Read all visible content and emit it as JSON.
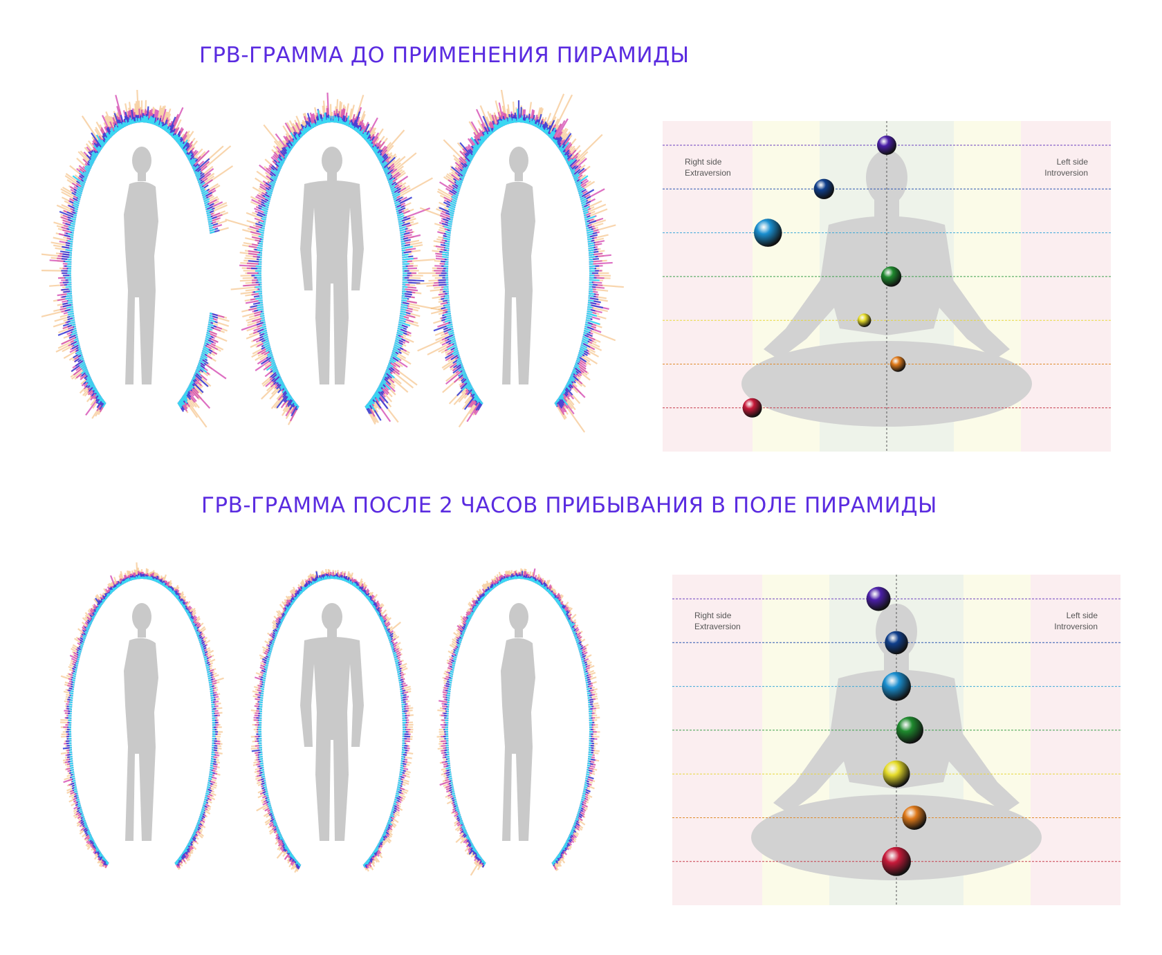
{
  "titles": {
    "before": "ГРВ-ГРАММА ДО ПРИМЕНЕНИЯ ПИРАМИДЫ",
    "after": "ГРВ-ГРАММА ПОСЛЕ 2 ЧАСОВ ПРИБЫВАНИЯ В ПОЛЕ ПИРАМИДЫ"
  },
  "chart_labels": {
    "right_side": "Right side",
    "extraversion": "Extraversion",
    "left_side": "Left side",
    "introversion": "Introversion"
  },
  "colors": {
    "title": "#5a2be0",
    "aura_core": "#3ad7f2",
    "aura_mid": "#3b3fd6",
    "aura_outer": "#d23fae",
    "aura_edge": "#f2b26a",
    "silhouette": "#c9c9c9"
  },
  "chart_data": [
    {
      "type": "scatter",
      "levels": [
        1,
        2,
        3,
        4,
        5,
        6,
        7
      ],
      "points": [
        {
          "level": 7,
          "offset": 0.0,
          "size": 1.0,
          "color": "#4b1fa8"
        },
        {
          "level": 6,
          "offset": -0.28,
          "size": 1.05,
          "color": "#103f8c"
        },
        {
          "level": 5,
          "offset": -0.53,
          "size": 1.45,
          "color": "#1a8fd0"
        },
        {
          "level": 4,
          "offset": 0.02,
          "size": 1.05,
          "color": "#1f8a2e"
        },
        {
          "level": 3,
          "offset": -0.1,
          "size": 0.7,
          "color": "#e6dc2a"
        },
        {
          "level": 2,
          "offset": 0.05,
          "size": 0.8,
          "color": "#e07a1a"
        },
        {
          "level": 1,
          "offset": -0.6,
          "size": 1.0,
          "color": "#c81a3a"
        }
      ]
    },
    {
      "type": "scatter",
      "levels": [
        1,
        2,
        3,
        4,
        5,
        6,
        7
      ],
      "points": [
        {
          "level": 7,
          "offset": -0.08,
          "size": 1.25,
          "color": "#4b1fa8"
        },
        {
          "level": 6,
          "offset": 0.0,
          "size": 1.2,
          "color": "#103f8c"
        },
        {
          "level": 5,
          "offset": 0.0,
          "size": 1.5,
          "color": "#1a8fd0"
        },
        {
          "level": 4,
          "offset": 0.06,
          "size": 1.4,
          "color": "#1f8a2e"
        },
        {
          "level": 3,
          "offset": 0.0,
          "size": 1.4,
          "color": "#e6dc2a"
        },
        {
          "level": 2,
          "offset": 0.08,
          "size": 1.25,
          "color": "#e07a1a"
        },
        {
          "level": 1,
          "offset": 0.0,
          "size": 1.5,
          "color": "#c81a3a"
        }
      ]
    }
  ]
}
